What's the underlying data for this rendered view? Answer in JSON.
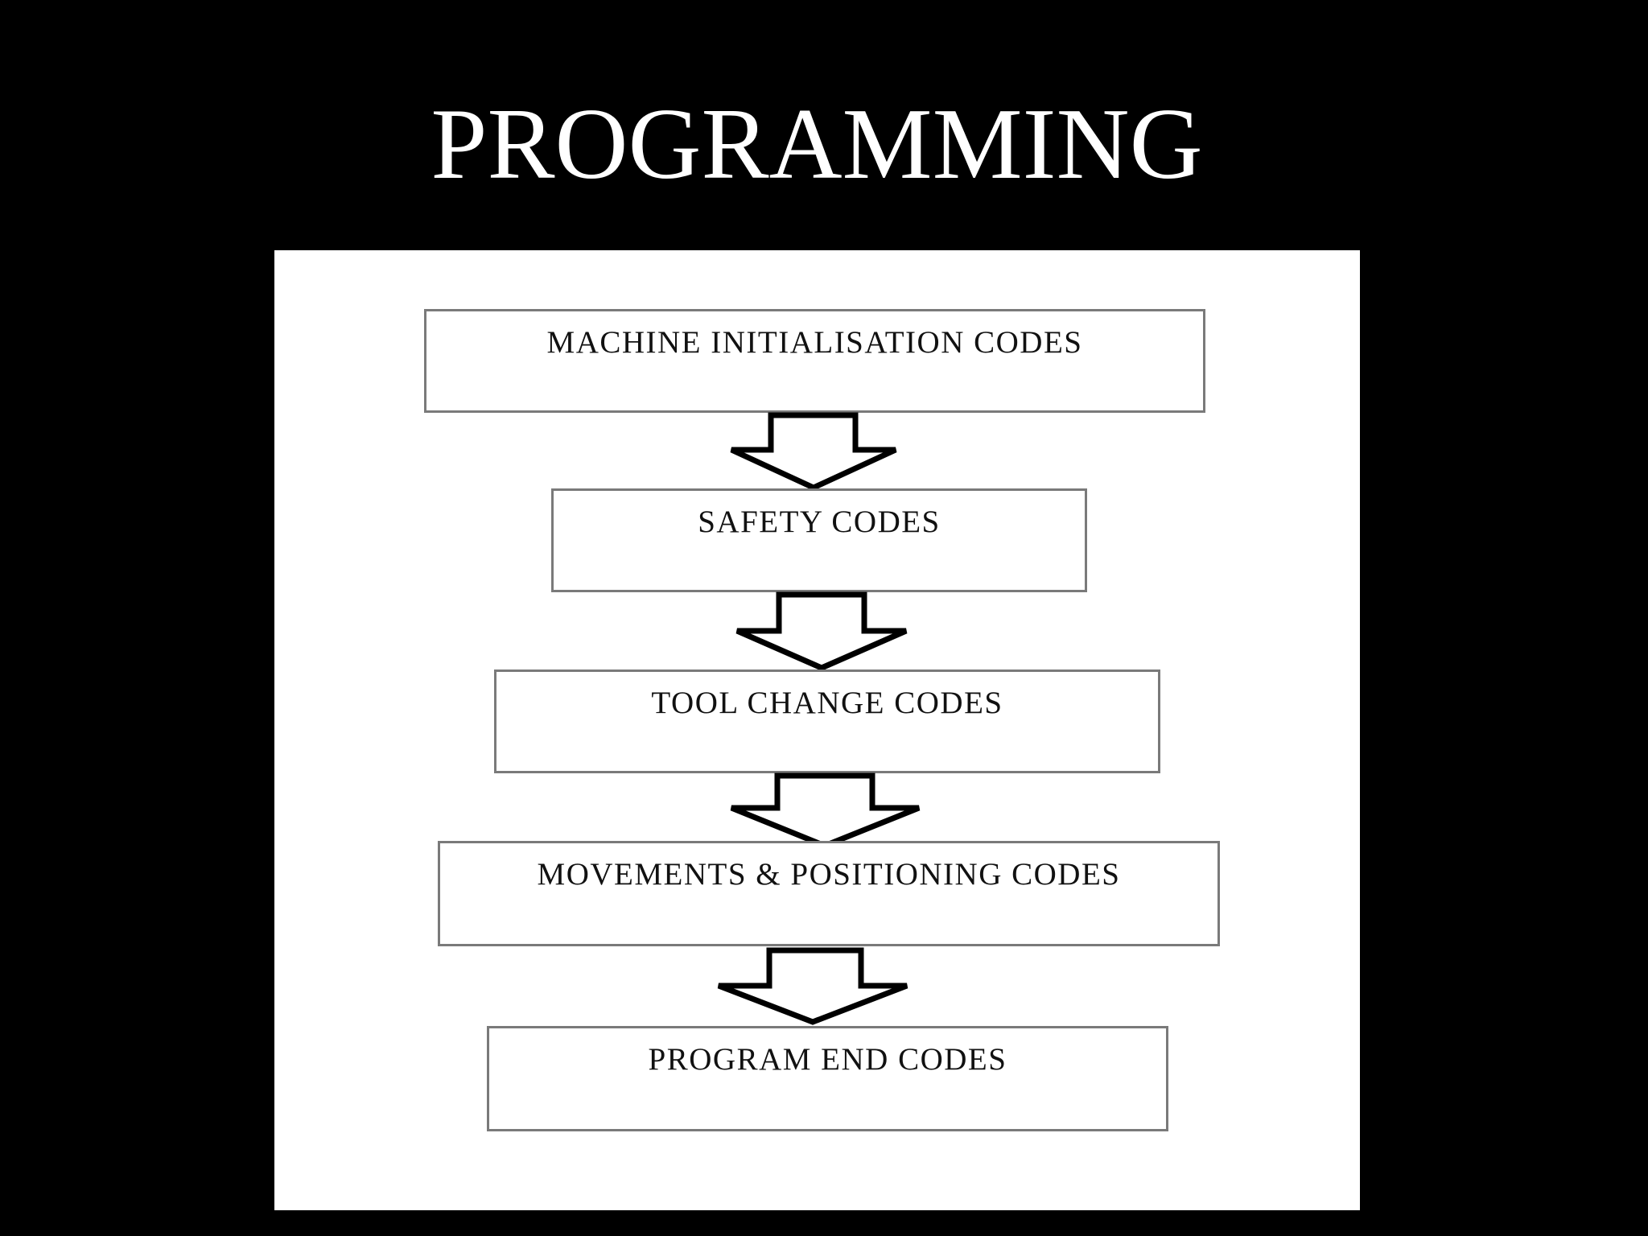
{
  "slide": {
    "title": "PROGRAMMING",
    "background_color": "#000000",
    "title_color": "#ffffff",
    "panel_color": "#ffffff"
  },
  "flowchart": {
    "steps": [
      {
        "label": "MACHINE INITIALISATION CODES"
      },
      {
        "label": "SAFETY CODES"
      },
      {
        "label": "TOOL CHANGE CODES"
      },
      {
        "label": "MOVEMENTS & POSITIONING CODES"
      },
      {
        "label": "PROGRAM END CODES"
      }
    ],
    "arrow_icon": "down-block-arrow-icon",
    "border_color": "#7a7a7a",
    "text_color": "#111111"
  }
}
